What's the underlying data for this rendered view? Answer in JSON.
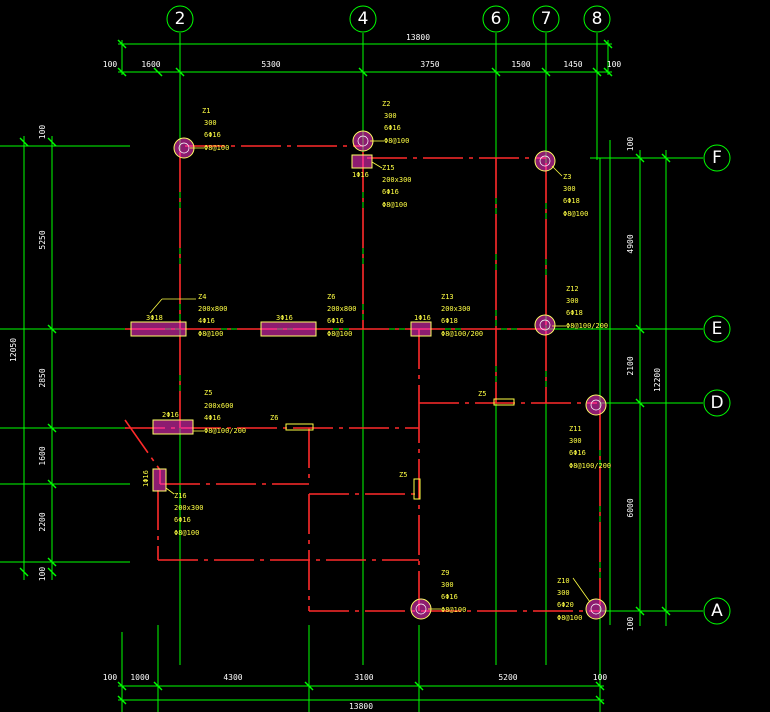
{
  "axes": {
    "vertical": [
      "2",
      "4",
      "6",
      "7",
      "8"
    ],
    "horizontal": [
      "F",
      "E",
      "D",
      "A"
    ]
  },
  "dims": {
    "top_total": "13800",
    "top": [
      "100",
      "1600",
      "5300",
      "3750",
      "1500",
      "1450",
      "100"
    ],
    "bottom_total": "13800",
    "bottom": [
      "100",
      "1000",
      "4300",
      "3100",
      "5200",
      "100"
    ],
    "left_total": "12050",
    "left": [
      "100",
      "5250",
      "2850",
      "1600",
      "2200",
      "100"
    ],
    "right_total": "12200",
    "right": [
      "100",
      "4900",
      "2100",
      "6000",
      "100"
    ]
  },
  "columns": {
    "Z1": [
      "Z1",
      "300",
      "6Φ16",
      "Φ8@100"
    ],
    "Z2": [
      "Z2",
      "300",
      "6Φ16",
      "Φ8@100"
    ],
    "Z15": [
      "Z15",
      "200x300",
      "6Φ16",
      "Φ8@100"
    ],
    "Z15_bar": "1Φ16",
    "Z3": [
      "Z3",
      "300",
      "6Φ18",
      "Φ8@100"
    ],
    "Z4": [
      "Z4",
      "200x800",
      "4Φ16",
      "Φ8@100"
    ],
    "Z4_bar": "3Φ18",
    "Z6": [
      "Z6",
      "200x800",
      "6Φ16",
      "Φ8@100"
    ],
    "Z6_bar": "3Φ16",
    "Z13": [
      "Z13",
      "200x300",
      "6Φ18",
      "Φ8@100/200"
    ],
    "Z13_bar": "1Φ16",
    "Z12": [
      "Z12",
      "300",
      "6Φ18",
      "Φ8@100/200"
    ],
    "Z5": [
      "Z5",
      "200x600",
      "4Φ16",
      "Φ8@100/200"
    ],
    "Z5_bar": "2Φ16",
    "Z5b_label": "Z5",
    "Z5c_label": "Z5",
    "Z6b_label": "Z6",
    "Z11": [
      "Z11",
      "300",
      "6Φ16",
      "Φ8@100/200"
    ],
    "Z16": [
      "Z16",
      "200x300",
      "6Φ16",
      "Φ8@100"
    ],
    "Z16_bar": "1Φ16",
    "Z9": [
      "Z9",
      "300",
      "6Φ16",
      "Φ8@100"
    ],
    "Z10": [
      "Z10",
      "300",
      "6Φ20",
      "Φ8@100"
    ]
  },
  "colors": {
    "grid": "#00ff00",
    "beam": "#ff2a2a",
    "column": "#ff33cc",
    "label": "#ffff44",
    "text": "#ffffff",
    "background": "#000000"
  }
}
